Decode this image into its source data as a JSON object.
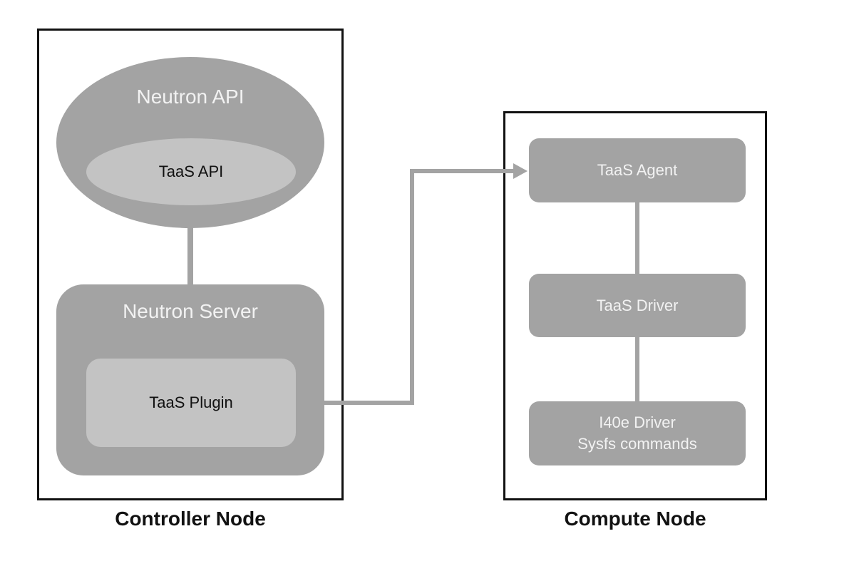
{
  "controller": {
    "label": "Controller Node",
    "neutron_api": "Neutron API",
    "taas_api": "TaaS API",
    "neutron_server": "Neutron Server",
    "taas_plugin": "TaaS Plugin"
  },
  "compute": {
    "label": "Compute Node",
    "taas_agent": "TaaS Agent",
    "taas_driver": "TaaS Driver",
    "i40e_driver_line1": "I40e Driver",
    "i40e_driver_line2": "Sysfs commands"
  },
  "colors": {
    "outer_shape": "#a3a3a3",
    "inner_shape": "#c3c3c3",
    "connector": "#a3a3a3",
    "border": "#111111"
  }
}
